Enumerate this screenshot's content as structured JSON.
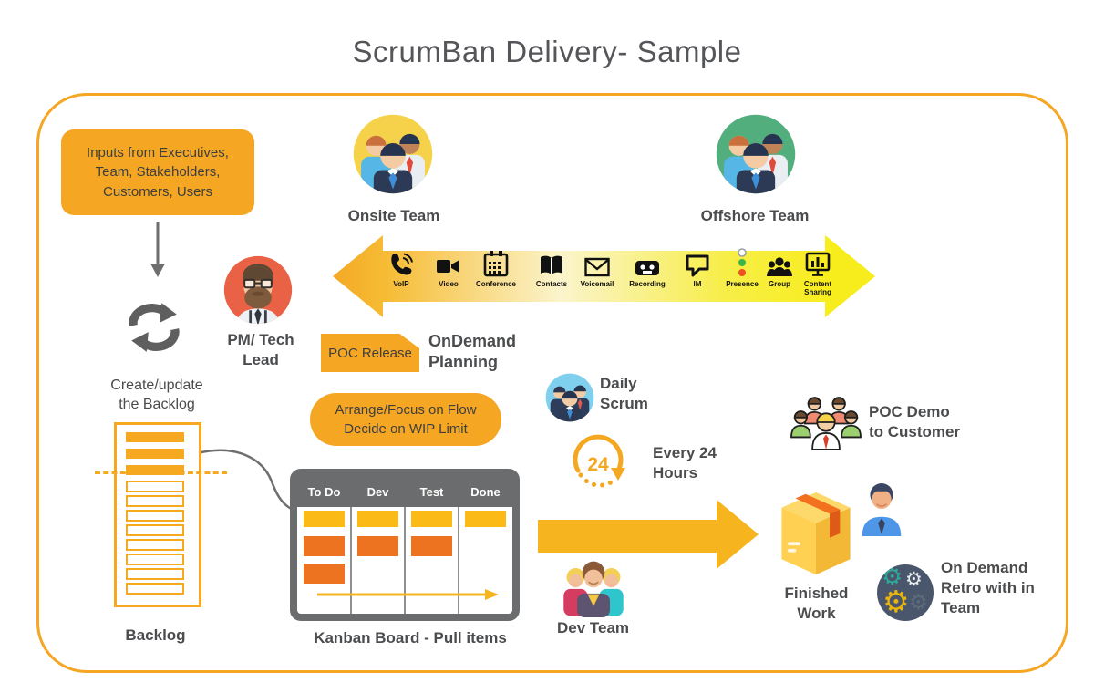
{
  "title": "ScrumBan Delivery- Sample",
  "colors": {
    "gold": "#F5A623",
    "bright_yellow": "#F7EC13",
    "card_orange": "#EE7320",
    "card_yellow": "#FBBA16",
    "kanban_frame": "#6B6C6D",
    "text_dark": "#4B4C4E",
    "pm_circle": "#E96245",
    "onsite_circle": "#F6D24A",
    "offshore_circle": "#53AE7E",
    "daily_circle": "#7FD0EE"
  },
  "inputs_box": {
    "lines": [
      "Inputs from Executives,",
      "Team, Stakeholders,",
      "Customers, Users"
    ]
  },
  "onsite_team": {
    "label": "Onsite Team"
  },
  "offshore_team": {
    "label": "Offshore Team"
  },
  "channel_banner": {
    "items": [
      {
        "label": "VoIP",
        "icon": "voip-phone-icon"
      },
      {
        "label": "Video",
        "icon": "video-camera-icon"
      },
      {
        "label": "Conference",
        "icon": "conference-calendar-icon"
      },
      {
        "label": "Contacts",
        "icon": "contacts-book-icon"
      },
      {
        "label": "Voicemail",
        "icon": "voicemail-envelope-icon"
      },
      {
        "label": "Recording",
        "icon": "recording-tape-icon"
      },
      {
        "label": "IM",
        "icon": "im-chat-bubble-icon"
      },
      {
        "label": "Presence",
        "icon": "presence-status-dots-icon"
      },
      {
        "label": "Group",
        "icon": "group-people-icon"
      },
      {
        "label": "Content Sharing",
        "icon": "content-sharing-monitor-icon"
      }
    ]
  },
  "pm_lead": {
    "lines": [
      "PM/ Tech",
      "Lead"
    ]
  },
  "create_update": {
    "lines": [
      "Create/update",
      "the Backlog"
    ]
  },
  "poc_release": {
    "label": "POC Release"
  },
  "ondemand_planning": {
    "lines": [
      "OnDemand",
      "Planning"
    ]
  },
  "arrange_box": {
    "lines": [
      "Arrange/Focus on Flow",
      "Decide on WIP Limit"
    ]
  },
  "daily_scrum": {
    "lines": [
      "Daily",
      "Scrum"
    ]
  },
  "every_24": {
    "badge": "24",
    "lines": [
      "Every 24",
      "Hours"
    ]
  },
  "backlog": {
    "label": "Backlog",
    "filled_rows": 3,
    "outline_rows": 8
  },
  "kanban": {
    "columns": [
      "To Do",
      "Dev",
      "Test",
      "Done"
    ],
    "caption": "Kanban Board  - Pull items",
    "cards": {
      "todo": [
        "yellow",
        "orange",
        "orange"
      ],
      "dev": [
        "yellow",
        "orange"
      ],
      "test": [
        "yellow",
        "orange"
      ],
      "done": [
        "yellow"
      ]
    }
  },
  "dev_team": {
    "label": "Dev Team"
  },
  "finished_work": {
    "lines": [
      "Finished",
      "Work"
    ]
  },
  "poc_demo": {
    "lines": [
      "POC Demo",
      "to Customer"
    ]
  },
  "retro": {
    "lines": [
      "On Demand",
      "Retro with in",
      "Team"
    ]
  }
}
